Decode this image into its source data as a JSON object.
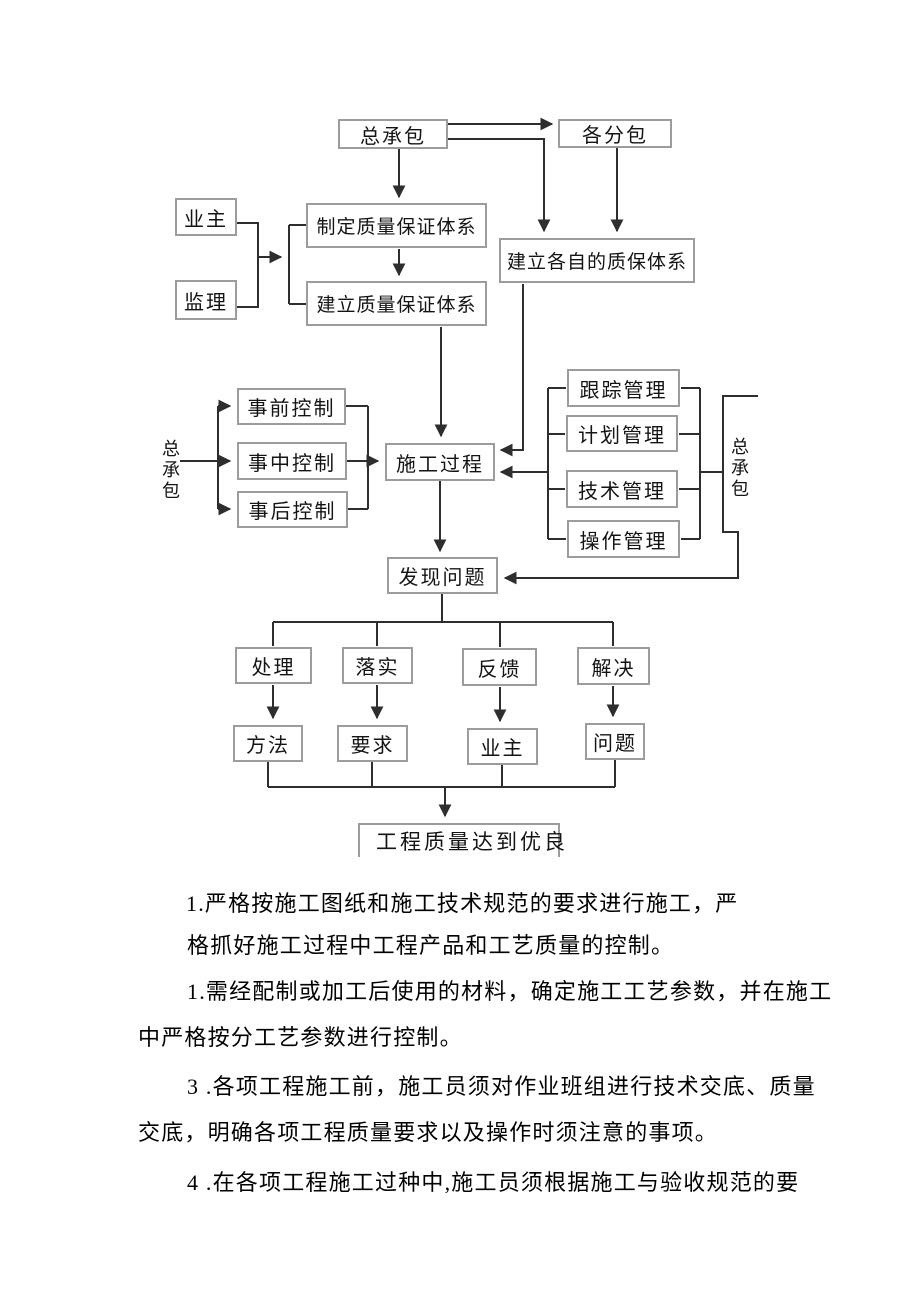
{
  "flowchart": {
    "nodes": {
      "zcb_top": "总承包",
      "gfb": "各分包",
      "yezhu": "业主",
      "jianli": "监理",
      "zhiding": "制定质量保证体系",
      "jianli_tixi": "建立质量保证体系",
      "jianli_gezi": "建立各自的质保体系",
      "shiqian": "事前控制",
      "shizhong": "事中控制",
      "shihou": "事后控制",
      "shigong": "施工过程",
      "genzong": "跟踪管理",
      "jihua": "计划管理",
      "jishu": "技术管理",
      "caozuo": "操作管理",
      "zcb_left": "总承包",
      "zcb_right": "总承包",
      "faxian": "发现问题",
      "chuli": "处理",
      "luoshi": "落实",
      "fankui": "反馈",
      "jiejue": "解决",
      "fangfa": "方法",
      "yaoqiu": "要求",
      "yezhu2": "业主",
      "wenti": "问题",
      "youliang": "工程质量达到优良"
    }
  },
  "paragraphs": [
    "1.严格按施工图纸和施工技术规范的要求进行施工，严",
    "格抓好施工过程中工程产品和工艺质量的控制。",
    "1.需经配制或加工后使用的材料，确定施工工艺参数，并在施工",
    "中严格按分工艺参数进行控制。",
    "3 .各项工程施工前，施工员须对作业班组进行技术交底、质量",
    "交底，明确各项工程质量要求以及操作时须注意的事项。",
    "4 .在各项工程施工过种中,施工员须根据施工与验收规范的要"
  ]
}
